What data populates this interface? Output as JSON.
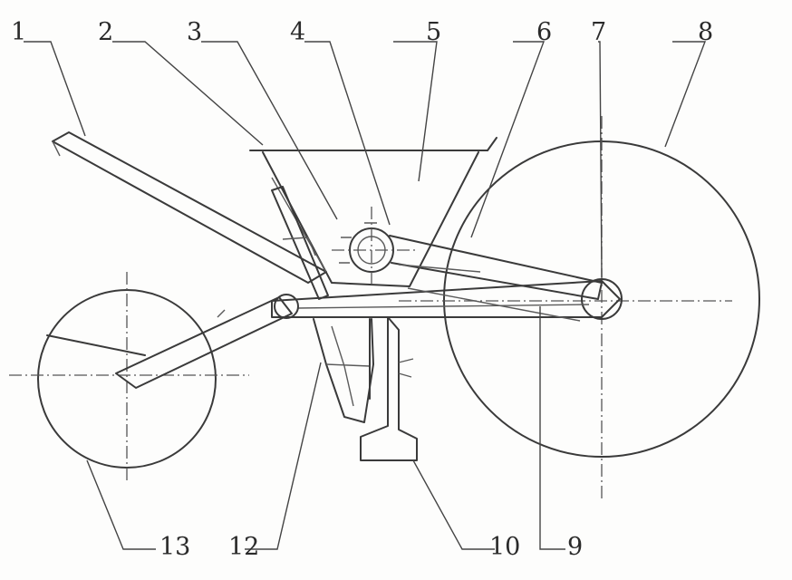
{
  "labels": {
    "l1": "1",
    "l2": "2",
    "l3": "3",
    "l4": "4",
    "l5": "5",
    "l6": "6",
    "l7": "7",
    "l8": "8",
    "l9": "9",
    "l10": "10",
    "l12": "12",
    "l13": "13"
  },
  "colors": {
    "line": "#3a3a3a",
    "paper": "#fdfdfc"
  }
}
